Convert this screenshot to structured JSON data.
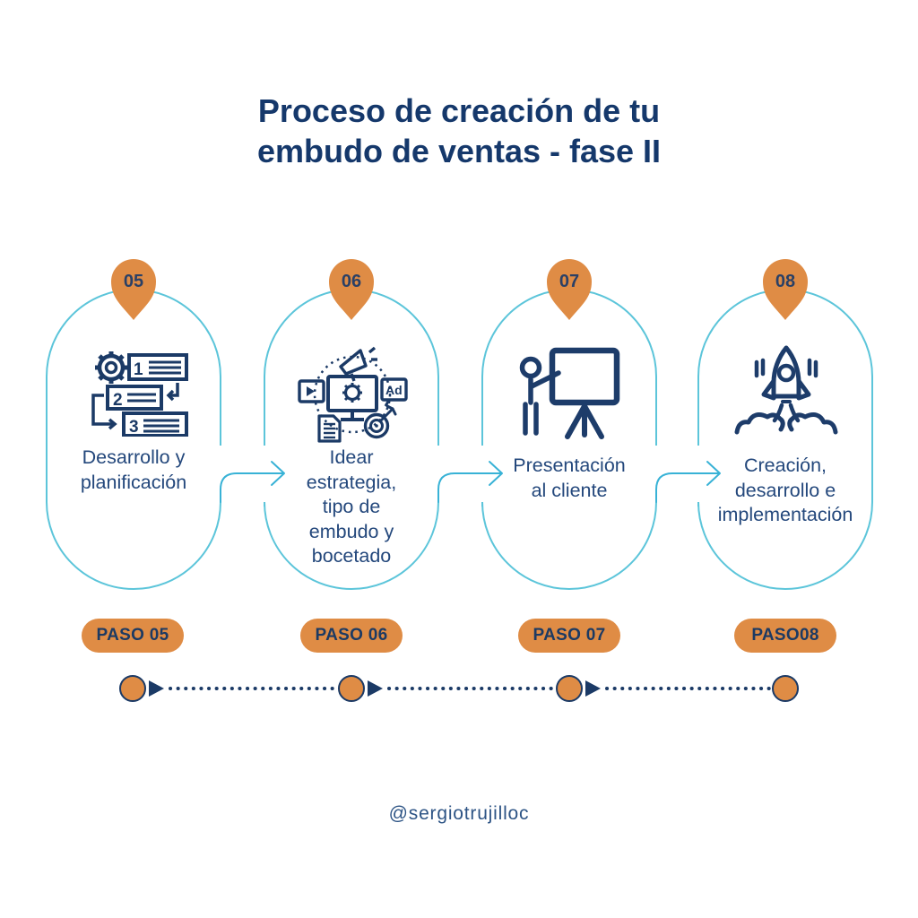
{
  "title": {
    "line1": "Proceso de creación de tu",
    "line2": "embudo de ventas - fase II"
  },
  "steps": [
    {
      "number": "05",
      "pill": "PASO 05",
      "icon": "planning-icon",
      "label_lines": [
        "Desarrollo y",
        "planificación"
      ]
    },
    {
      "number": "06",
      "pill": "PASO 06",
      "icon": "digital-strategy-icon",
      "label_lines": [
        "Idear",
        "estrategia,",
        "tipo de",
        "embudo y",
        "bocetado"
      ]
    },
    {
      "number": "07",
      "pill": "PASO 07",
      "icon": "presentation-icon",
      "label_lines": [
        "Presentación",
        "al cliente"
      ]
    },
    {
      "number": "08",
      "pill": "PASO08",
      "icon": "rocket-launch-icon",
      "label_lines": [
        "Creación,",
        "desarrollo e",
        "implementación"
      ]
    }
  ],
  "icons": {
    "planning_digits": [
      "1",
      "2",
      "3"
    ],
    "strategy_ad": "Ad"
  },
  "footer": {
    "handle": "@sergiotrujilloc"
  },
  "colors": {
    "navy": "#15386b",
    "label_blue": "#24487c",
    "orange": "#df8c45",
    "capsule_teal": "#5cc5da",
    "arrow_teal": "#38b2d6"
  }
}
